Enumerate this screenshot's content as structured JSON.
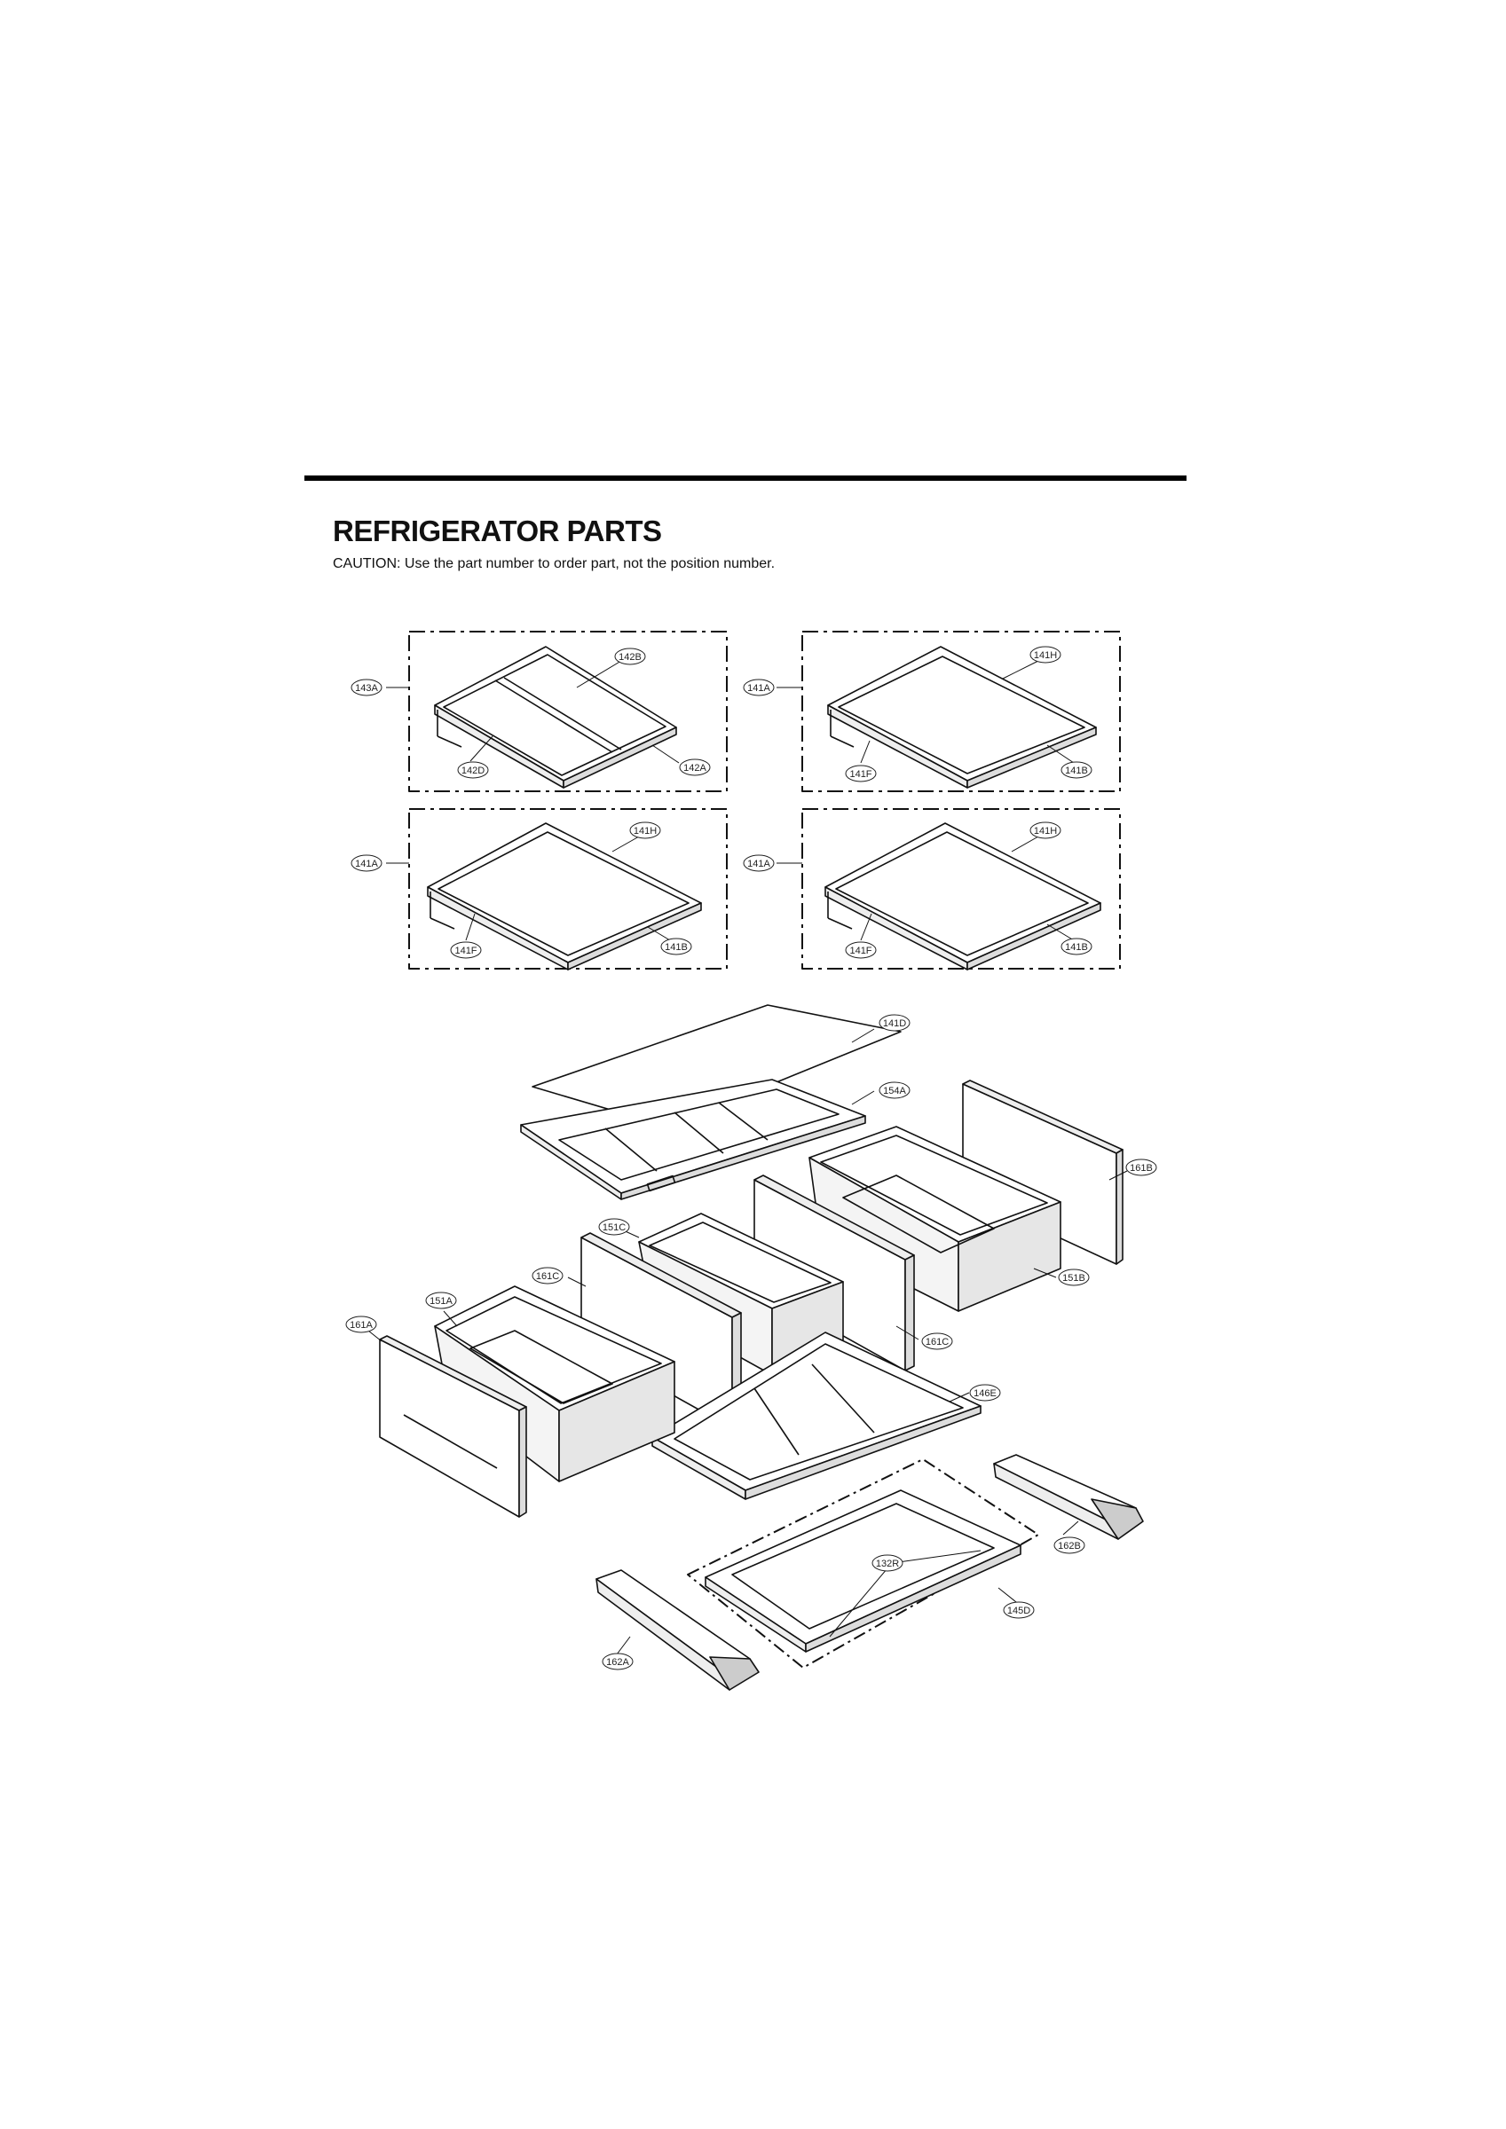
{
  "header": {
    "title": "REFRIGERATOR PARTS",
    "caution": "CAUTION: Use the part number to order part, not the position number."
  },
  "callouts": {
    "c143A": "143A",
    "c142B": "142B",
    "c142D": "142D",
    "c142A": "142A",
    "c141A_1": "141A",
    "c141H_1": "141H",
    "c141F_1": "141F",
    "c141B_1": "141B",
    "c141A_2": "141A",
    "c141H_2": "141H",
    "c141F_2": "141F",
    "c141B_2": "141B",
    "c141A_3": "141A",
    "c141H_3": "141H",
    "c141F_3": "141F",
    "c141B_3": "141B",
    "c141D": "141D",
    "c154A": "154A",
    "c161B": "161B",
    "c151C": "151C",
    "c161C_1": "161C",
    "c151A": "151A",
    "c161A": "161A",
    "c151B": "151B",
    "c161C_2": "161C",
    "c146E": "146E",
    "c162B": "162B",
    "c132R": "132R",
    "c145D": "145D",
    "c162A": "162A"
  }
}
